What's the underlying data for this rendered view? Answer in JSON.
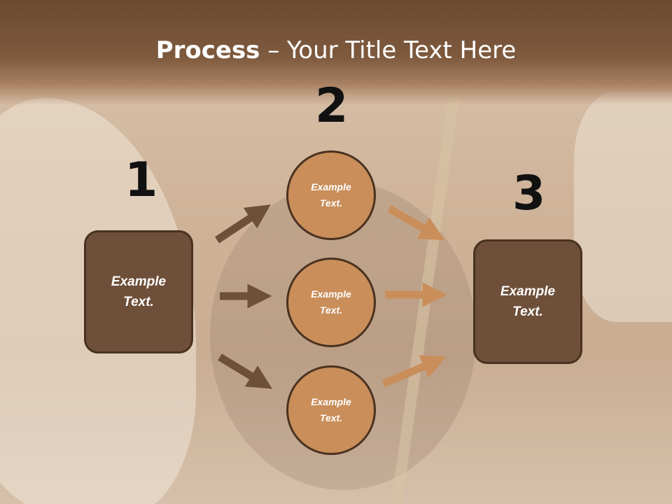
{
  "slide": {
    "title_bold": "Process",
    "title_rest": " – Your Title Text Here",
    "step_numbers": [
      "1",
      "2",
      "3"
    ],
    "left_box_text": "Example Text.",
    "right_box_text": "Example Text.",
    "circles": [
      "Example Text.",
      "Example Text.",
      "Example Text."
    ]
  },
  "colors": {
    "title_bar": "#6b4a32",
    "box_fill": "#6e4f39",
    "circle_fill": "#c98e5a",
    "outline": "#4a3220",
    "arrow_dark": "#6e4f39",
    "arrow_light": "#c98e5a"
  }
}
